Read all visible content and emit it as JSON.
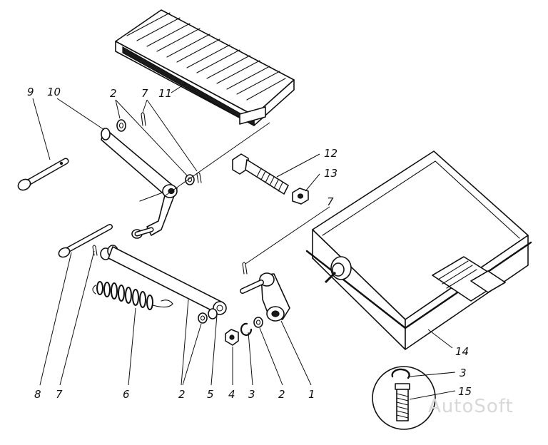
{
  "callouts": [
    "9",
    "10",
    "2",
    "7",
    "11",
    "12",
    "13",
    "7",
    "14",
    "8",
    "7",
    "6",
    "2",
    "5",
    "4",
    "3",
    "2",
    "1",
    "3",
    "15"
  ],
  "watermark": "AutoSoft",
  "colors": {
    "ink": "#111111",
    "paper": "#ffffff",
    "watermark": "#d8d8d8"
  }
}
